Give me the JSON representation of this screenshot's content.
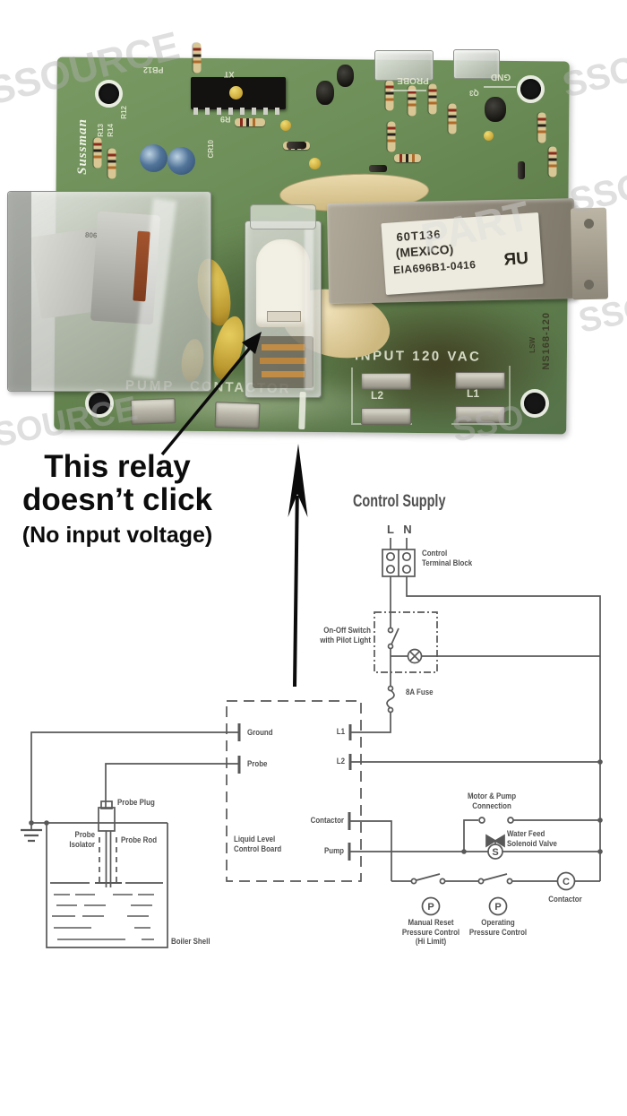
{
  "annotation": {
    "line1": "This relay",
    "line2": "doesn’t click",
    "line3": "(No input voltage)"
  },
  "photo": {
    "logo_script": "Sussman",
    "relay_label": "806",
    "silkscreen": {
      "pb12": "PB12",
      "xt": "XT",
      "r12": "R12",
      "r13": "R13",
      "r14": "R14",
      "r9": "R9",
      "cr10": "CR10",
      "q3": "Q3",
      "probe": "PROBE",
      "gnd": "GND",
      "pump": "PUMP",
      "contactor": "CONTACTOR",
      "input": "INPUT 120 VAC",
      "l1": "L1",
      "l2": "L2",
      "part_number": "NS168-120",
      "lsw": "LSW"
    },
    "transformer_label": {
      "line1": "60T136",
      "line2": "(MEXICO)",
      "line3": "EIA696B1-0416",
      "ul_mark": "ЯU"
    },
    "watermarks": {
      "wm1": "SSOURCE",
      "wm2": "SSO",
      "wm3": "PART",
      "wm4": "SSO",
      "wm5": "SOURCE",
      "wm6": "SSO",
      "wm7": "SSO"
    }
  },
  "diagram": {
    "title": "Control Supply",
    "l": "L",
    "n": "N",
    "terminal_block_1": "Control",
    "terminal_block_2": "Terminal Block",
    "switch_1": "On-Off Switch",
    "switch_2": "with Pilot Light",
    "fuse": "8A Fuse",
    "ground": "Ground",
    "probe": "Probe",
    "l1": "L1",
    "l2": "L2",
    "contactor": "Contactor",
    "pump": "Pump",
    "board_1": "Liquid Level",
    "board_2": "Control Board",
    "probe_plug": "Probe Plug",
    "isolator_1": "Probe",
    "isolator_2": "Isolator",
    "probe_rod": "Probe Rod",
    "boiler": "Boiler Shell",
    "motor_1": "Motor & Pump",
    "motor_2": "Connection",
    "valve_1": "Water Feed",
    "valve_2": "Solenoid Valve",
    "s": "S",
    "c": "C",
    "p1": "P",
    "p2": "P",
    "coil_label": "Contactor",
    "hi_limit_1": "Manual Reset",
    "hi_limit_2": "Pressure Control",
    "hi_limit_3": "(Hi Limit)",
    "operating_1": "Operating",
    "operating_2": "Pressure Control"
  }
}
